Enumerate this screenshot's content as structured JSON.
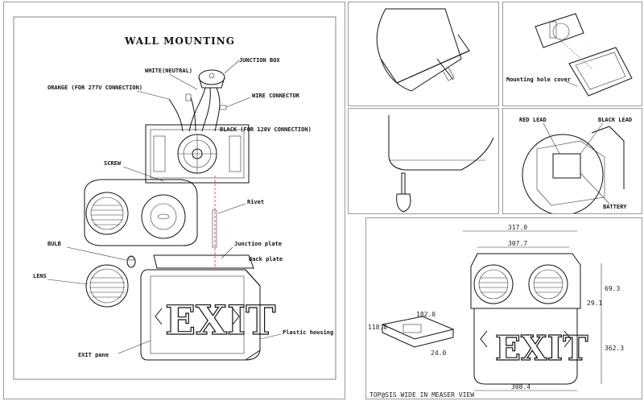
{
  "main": {
    "title": "WALL MOUNTING",
    "labels": {
      "junction_box": "JUNCTION BOX",
      "white_neutral": "WHITE(NEUTRAL)",
      "orange": "ORANGE (FOR 277V CONNECTION)",
      "wire_connector": "WIRE CONNECTOR",
      "black": "BLACK (FOR 120V CONNECTION)",
      "screw": "SCREW",
      "rivet": "Rivet",
      "junction_plate": "Junction plate",
      "back_plate": "Back plate",
      "bulb": "BULB",
      "lens": "LENS",
      "plastic_housing": "Plastic housing",
      "exit_pane": "EXIT pane"
    },
    "exit_text": "EXIT"
  },
  "panel_tr": {
    "mounting_hole_cover": "Mounting hole cover"
  },
  "panel_br": {
    "red_lead": "RED LEAD",
    "black_lead": "BLACK LEAD",
    "battery": "BATTERY"
  },
  "dimensions": {
    "width_top": "317.0",
    "width_inner": "307.7",
    "width_bottom": "308.4",
    "height": "362.3",
    "side_a": "29.1",
    "side_b": "69.3",
    "plate_w": "182.0",
    "plate_h": "118.0",
    "plate_d": "24.0",
    "exit_text": "EXIT",
    "footer": "TOP@SIS WIDE IN MEASER VIEW"
  }
}
